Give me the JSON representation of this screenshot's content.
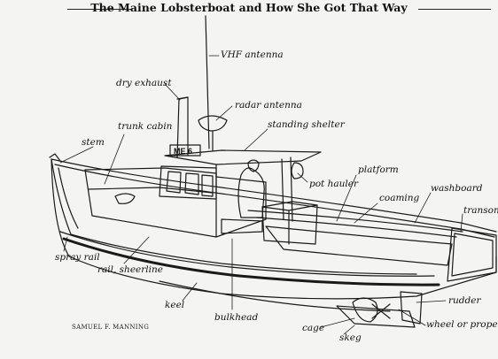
{
  "title": "The Maine Lobsterboat and How She Got That Way",
  "registration": "ME 6",
  "credit": "SAMUEL F. MANNING",
  "labels": {
    "vhf_antenna": "VHF antenna",
    "dry_exhaust": "dry exhaust",
    "radar_antenna": "radar antenna",
    "trunk_cabin": "trunk cabin",
    "standing_shelter": "standing shelter",
    "stem": "stem",
    "platform": "platform",
    "pot_hauler": "pot hauler",
    "washboard": "washboard",
    "coaming": "coaming",
    "transom": "transom",
    "spray_rail": "spray rail",
    "rail_sheerline": "rail, sheerline",
    "keel": "keel",
    "bulkhead": "bulkhead",
    "rudder": "rudder",
    "cage": "cage",
    "skeg": "skeg",
    "wheel_or_propeller": "wheel or propeller"
  }
}
